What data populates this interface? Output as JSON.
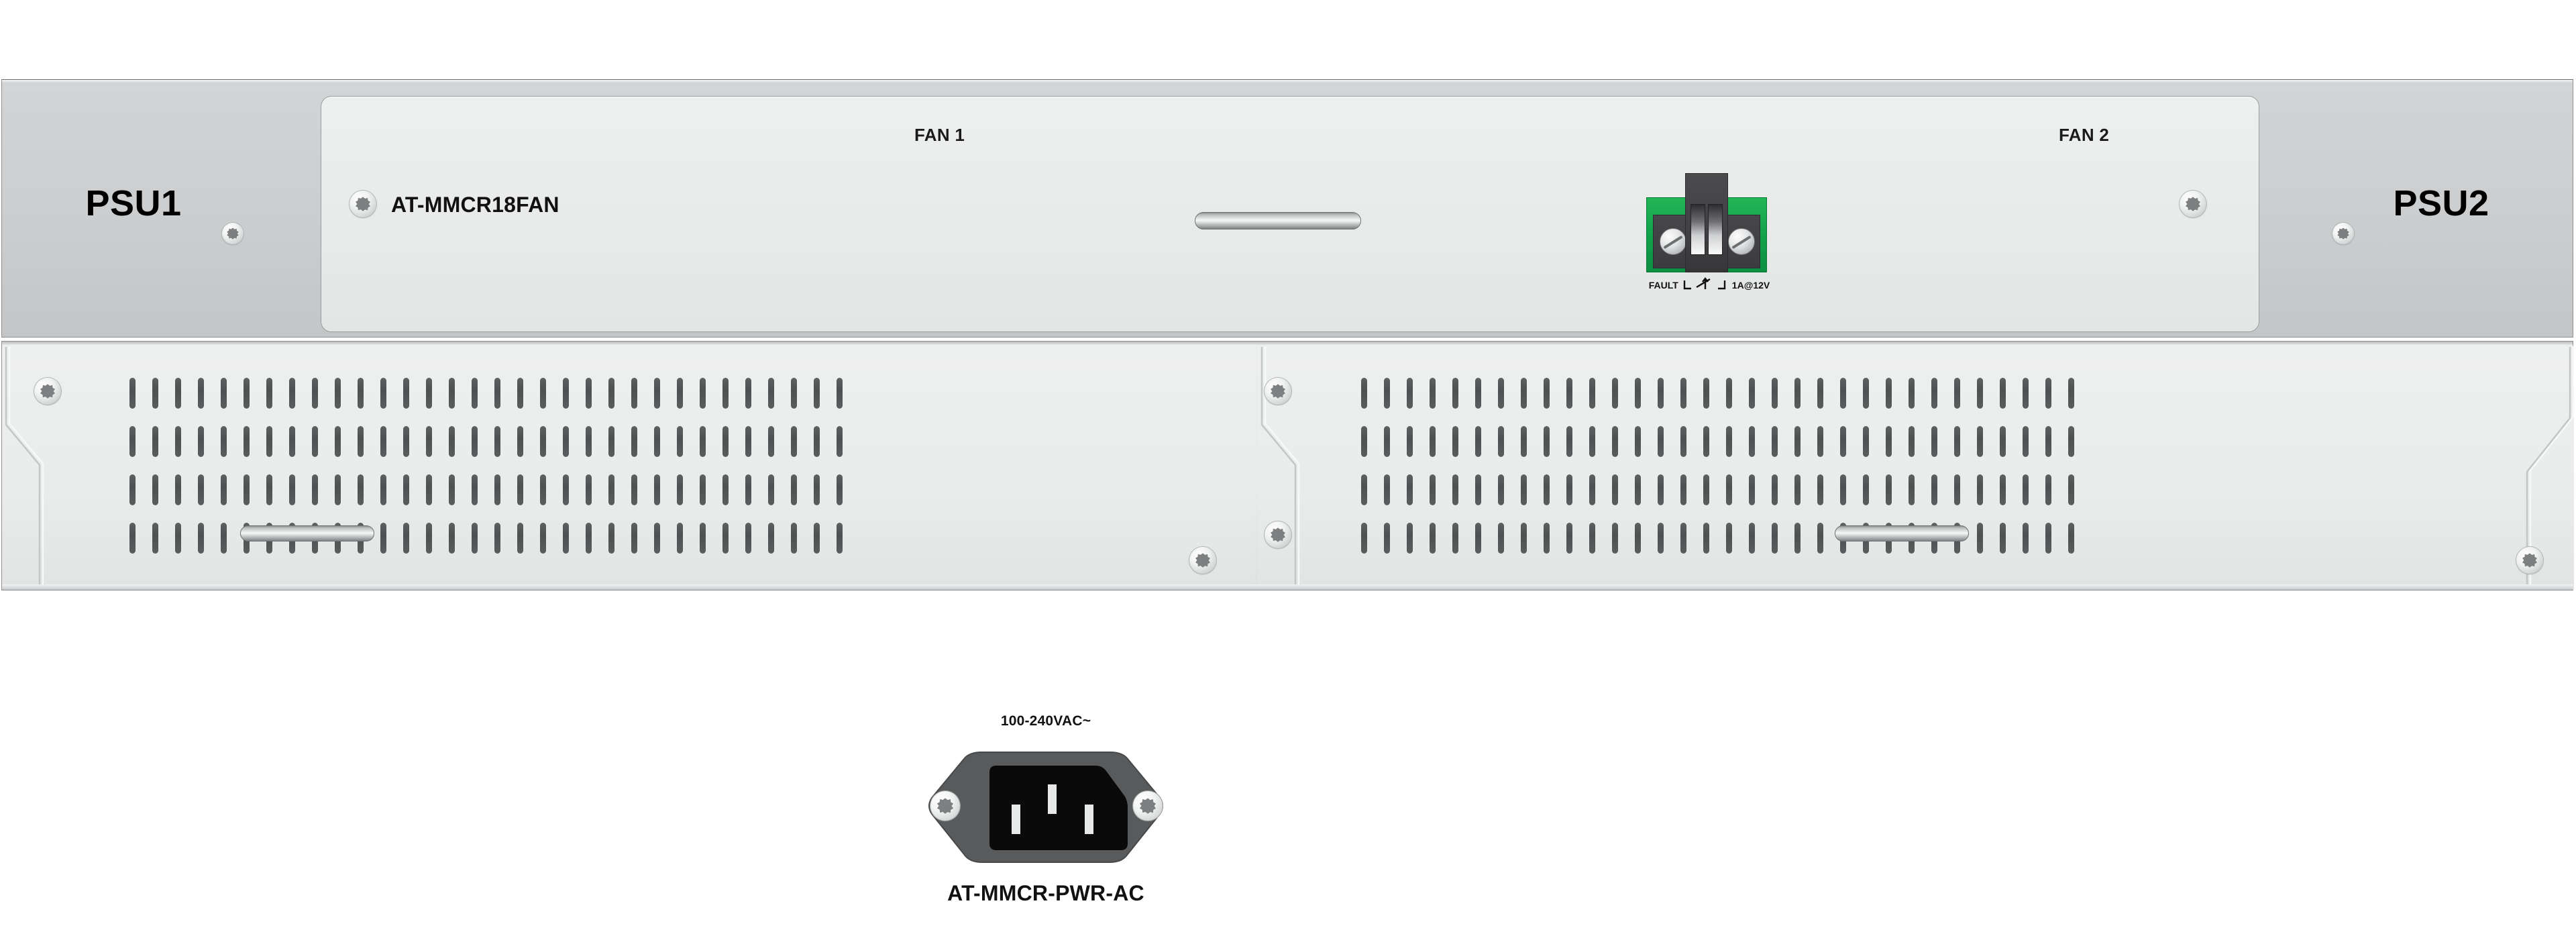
{
  "device": {
    "view": "rear-panel",
    "colors": {
      "chassis_top": "#cbcdcf",
      "chassis_bottom": "#e9ebeb",
      "module_face": "#e9ebeb",
      "terminal_green": "#11a04a",
      "terminal_dark": "#3f3f41",
      "vent_slot": "#4e5052",
      "text": "#111111"
    }
  },
  "top_section": {
    "psu_bay_left": {
      "label": "PSU1"
    },
    "psu_bay_right": {
      "label": "PSU2"
    },
    "fan_module": {
      "name": "AT-MMCR18FAN",
      "fan_bay_1_label": "FAN 1",
      "fan_bay_2_label": "FAN 2",
      "handle": "pull-handle",
      "screw_left": "captive-screw",
      "screw_right": "captive-screw"
    },
    "fault_terminal": {
      "caption_left": "FAULT",
      "caption_right": "1A@12V",
      "symbol": "relay-contact-symbol",
      "poles": 2,
      "screws": 2
    }
  },
  "bottom_section": {
    "psu_left": {
      "screws": [
        "captive-screw",
        "captive-screw"
      ],
      "handle": "pull-handle",
      "vent_rows": 4,
      "vent_cols": 32
    },
    "psu_right": {
      "screws": [
        "captive-screw",
        "captive-screw",
        "captive-screw"
      ],
      "handle": "pull-handle",
      "vent_rows": 4,
      "vent_cols": 32
    },
    "ac_inlet": {
      "voltage_label": "100-240VAC~",
      "model_label": "AT-MMCR-PWR-AC",
      "connector_type": "IEC-C14",
      "pins": 3,
      "mount_screws": 2
    }
  }
}
